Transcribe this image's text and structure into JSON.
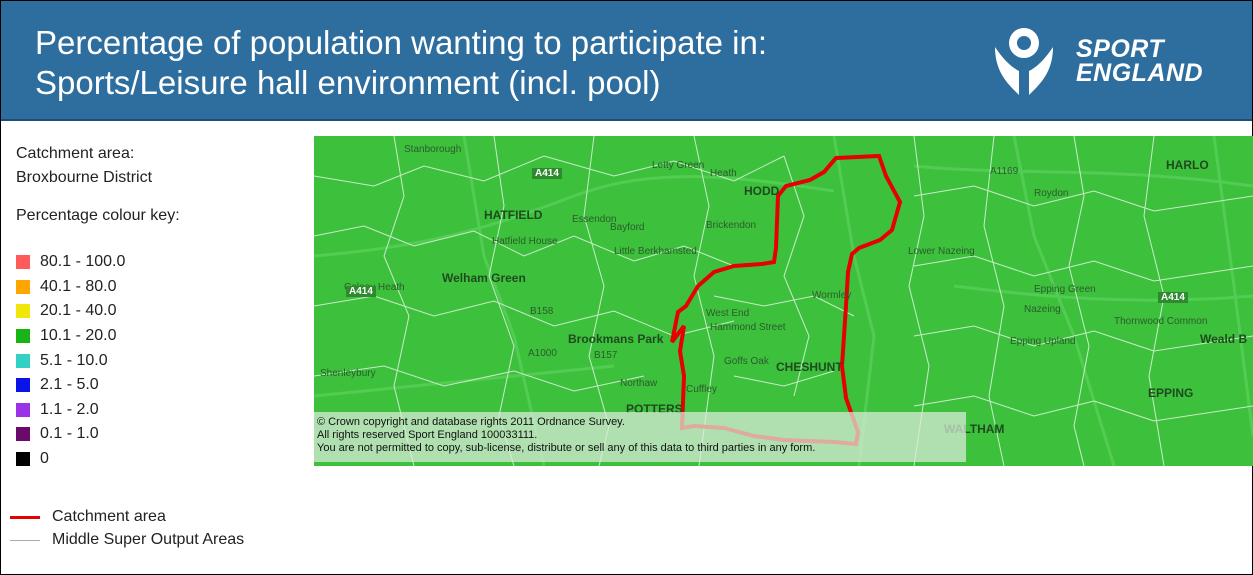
{
  "header": {
    "title_line1": "Percentage of population wanting to participate in:",
    "title_line2": "Sports/Leisure hall environment (incl. pool)",
    "logo_line1": "SPORT",
    "logo_line2": "ENGLAND"
  },
  "legend": {
    "catchment_label": "Catchment area:",
    "catchment_name": "Broxbourne District",
    "key_title": "Percentage colour key:",
    "keys": [
      {
        "label": "80.1 - 100.0",
        "color": "#ff5b5b"
      },
      {
        "label": "40.1 - 80.0",
        "color": "#ffa500"
      },
      {
        "label": "20.1 - 40.0",
        "color": "#f0e60a"
      },
      {
        "label": "10.1 - 20.0",
        "color": "#16b416"
      },
      {
        "label": "5.1 - 10.0",
        "color": "#33d1c4"
      },
      {
        "label": "2.1 - 5.0",
        "color": "#0a14e6"
      },
      {
        "label": "1.1 - 2.0",
        "color": "#9b32e6"
      },
      {
        "label": "0.1 - 1.0",
        "color": "#6a0a6a"
      },
      {
        "label": "0",
        "color": "#000000"
      }
    ],
    "line_keys": [
      {
        "label": "Catchment area",
        "color": "#e60000"
      },
      {
        "label": "Middle Super Output Areas",
        "color": "#aaaaaa"
      }
    ]
  },
  "map": {
    "fill_color": "#3dc13d",
    "copyright_lines": [
      "© Crown copyright and database rights 2011 Ordnance Survey.",
      "All rights reserved Sport England 100033111.",
      "You are not permitted to copy, sub-license, distribute or sell any of this data to third parties in any form."
    ],
    "places": {
      "hatfield": "HATFIELD",
      "hoddesdon": "HODD",
      "welham_green": "Welham Green",
      "cheshunt": "CHESHUNT",
      "brookmans_park": "Brookmans Park",
      "potters_bar": "POTTERS",
      "epping": "EPPING",
      "harlow": "HARLO",
      "waltham": "WALTHAM",
      "lower_nazeing": "Lower Nazeing",
      "goffs_oak": "Goffs Oak",
      "cuffley": "Cuffley",
      "hertford_heath": "Heath",
      "colney_heath": "Colney Heath",
      "stanborough": "Stanborough",
      "roydon": "Roydon",
      "nazeing": "Nazeing",
      "epping_green": "Epping Green",
      "thornwood": "Thornwood Common",
      "shenley": "Shenleybury",
      "northaw": "Northaw",
      "west_end": "West End",
      "hammond_street": "Hammond Street",
      "brickendon": "Brickendon",
      "bayford": "Bayford",
      "little_berkhamsted": "Little Berkhamsted",
      "essendon": "Essendon",
      "hatfield_house": "Hatfield House",
      "wormley": "Wormley",
      "letty_green": "Letty Green",
      "epping_upland": "Epping Upland",
      "weald": "Weald B",
      "a414_left": "A414",
      "a414_top": "A414",
      "a414_right": "A414",
      "a1000": "A1000",
      "b157": "B157",
      "a1169": "A1169",
      "b158": "B158"
    }
  }
}
